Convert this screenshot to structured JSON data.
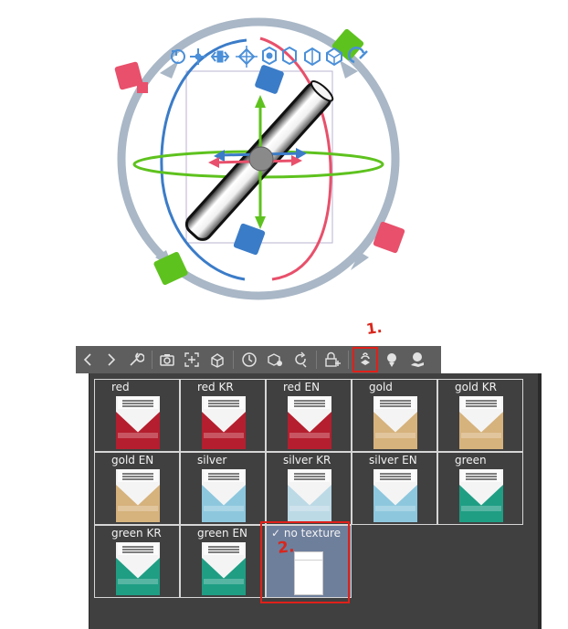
{
  "annotations": {
    "step1": "1.",
    "step2": "2."
  },
  "toolbar": {
    "items": [
      {
        "name": "prev-icon",
        "glyph": "back"
      },
      {
        "name": "next-icon",
        "glyph": "forward"
      },
      {
        "name": "wrench-icon",
        "glyph": "settings"
      },
      {
        "name": "camera-icon",
        "glyph": "camera"
      },
      {
        "name": "fit-view-icon",
        "glyph": "fit"
      },
      {
        "name": "object-icon",
        "glyph": "object"
      },
      {
        "name": "clock-icon",
        "glyph": "clock"
      },
      {
        "name": "rotate-object-icon",
        "glyph": "rotate"
      },
      {
        "name": "reset-icon",
        "glyph": "reset"
      },
      {
        "name": "lock-add-icon",
        "glyph": "lock"
      },
      {
        "name": "texture-icon",
        "glyph": "texture",
        "active": true
      },
      {
        "name": "material-icon",
        "glyph": "material"
      },
      {
        "name": "material-hand-icon",
        "glyph": "material-hand"
      }
    ]
  },
  "textures": [
    {
      "label": "red",
      "color": "#b51e2e",
      "variant": "base"
    },
    {
      "label": "red KR",
      "color": "#b51e2e",
      "variant": "kr"
    },
    {
      "label": "red EN",
      "color": "#b51e2e",
      "variant": "en"
    },
    {
      "label": "gold",
      "color": "#d6b27c",
      "variant": "base"
    },
    {
      "label": "gold KR",
      "color": "#d6b27c",
      "variant": "kr"
    },
    {
      "label": "gold EN",
      "color": "#d6b27c",
      "variant": "en"
    },
    {
      "label": "silver",
      "color": "#8dc7de",
      "variant": "base"
    },
    {
      "label": "silver KR",
      "color": "#bcd9e6",
      "variant": "kr"
    },
    {
      "label": "silver EN",
      "color": "#8dc7de",
      "variant": "en"
    },
    {
      "label": "green",
      "color": "#1f9e84",
      "variant": "base"
    },
    {
      "label": "green KR",
      "color": "#1f9e84",
      "variant": "kr"
    },
    {
      "label": "green EN",
      "color": "#1f9e84",
      "variant": "en"
    },
    {
      "label": "no texture",
      "color": "#ffffff",
      "variant": "none",
      "selected": true,
      "check": "✓"
    }
  ],
  "colors": {
    "gizmo_ring": "#a9b7c6",
    "axis_green": "#5ec21e",
    "axis_blue": "#3b7cc8",
    "axis_red": "#e8506b",
    "toolbar_bg": "#5e5e5e",
    "panel_bg": "#404040",
    "selected_bg": "#6e7f9c",
    "annotation": "#d9261c"
  }
}
